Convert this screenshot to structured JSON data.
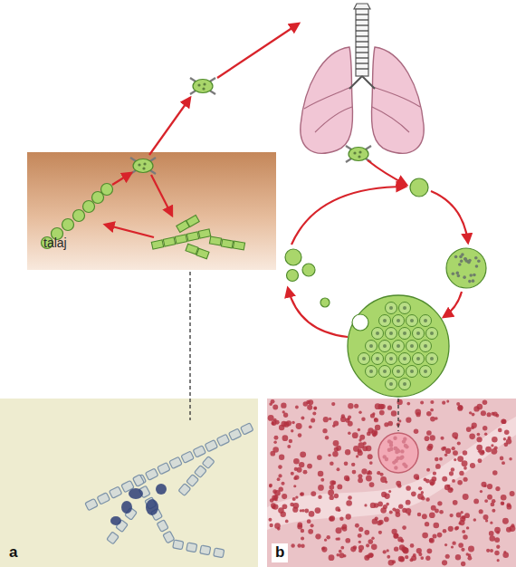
{
  "diagram": {
    "nodes": [
      {
        "text": [
          "talaj"
        ]
      }
    ],
    "labels": [
      "a",
      "b"
    ]
  }
}
